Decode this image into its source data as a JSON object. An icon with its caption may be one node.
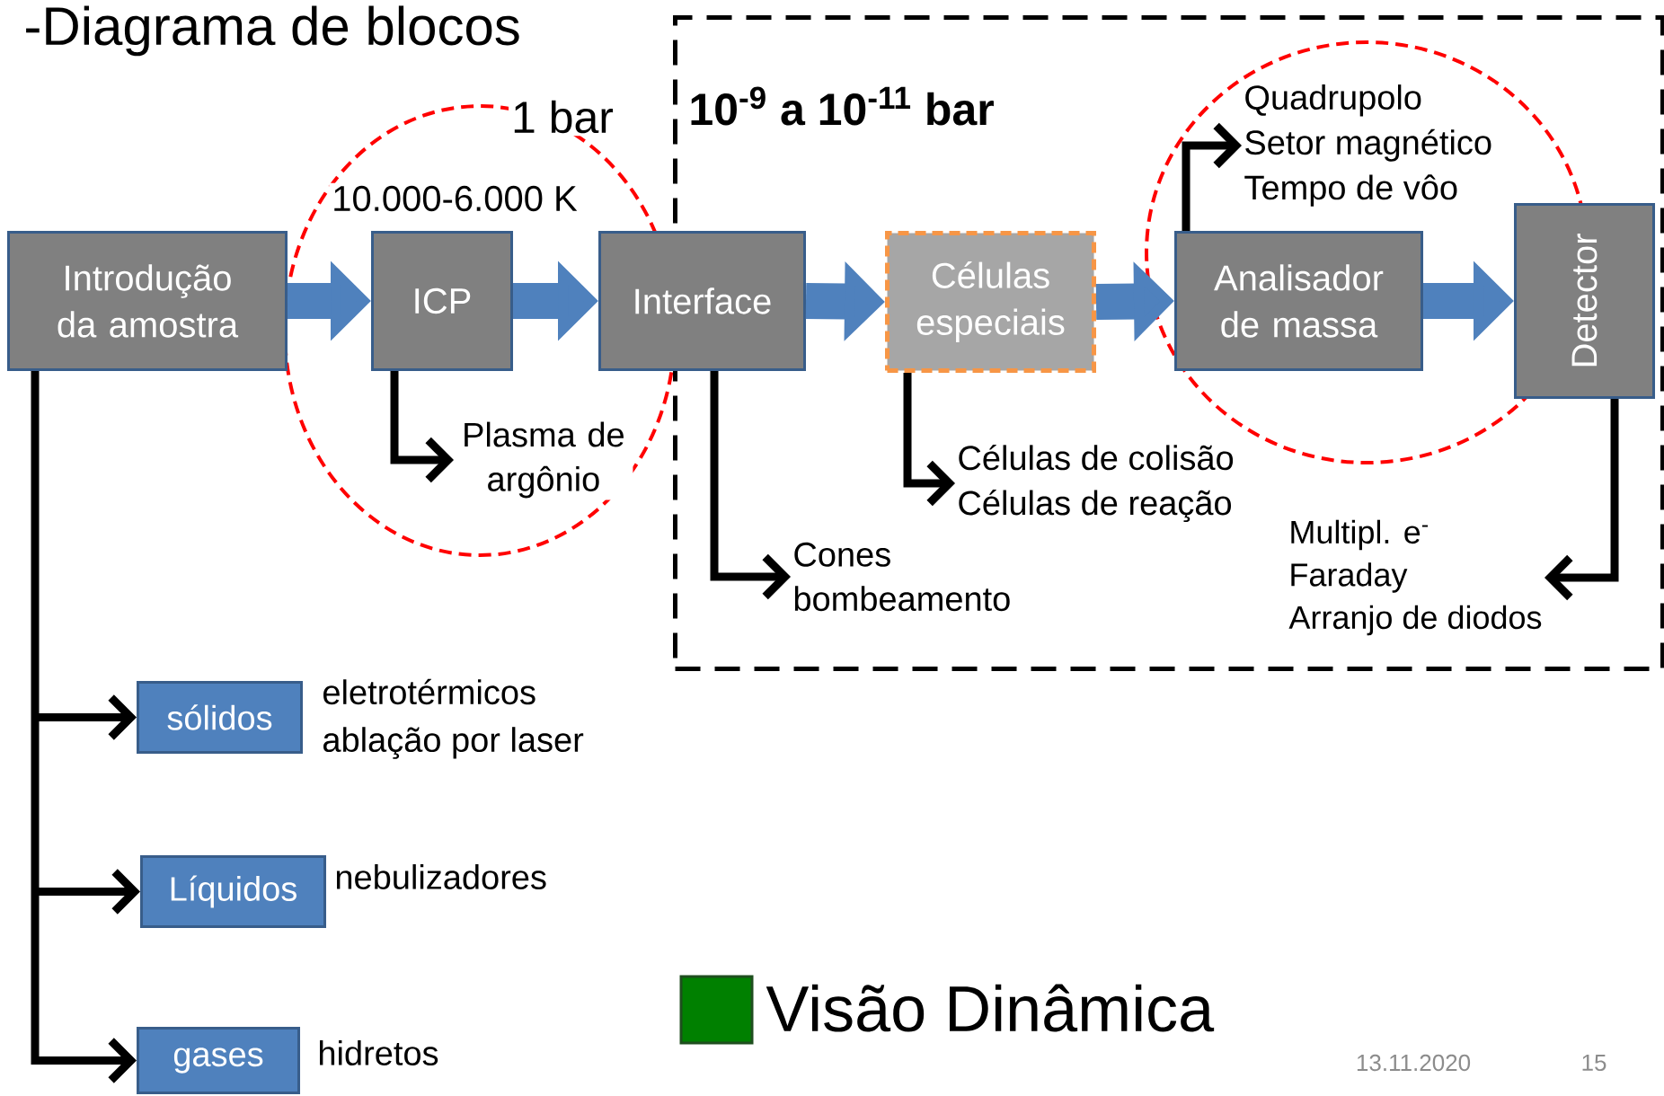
{
  "diagram": {
    "title": "-Diagrama de blocos",
    "nodes": [
      {
        "text": [
          "Introdução da amostra"
        ]
      },
      {
        "text": [
          "ICP"
        ]
      },
      {
        "text": [
          "Plasma de argônio"
        ]
      },
      {
        "text": [
          "10$^{-9}$ a 10$^{-11}$ bar"
        ]
      },
      {
        "text": [
          "Interface"
        ]
      },
      {
        "text": [
          "Cones bombeamento"
        ],
        "in": 3
      },
      {
        "text": [
          "Células especiais"
        ],
        "in": 3
      },
      {
        "text": [
          "Células de colisão",
          "Células de reação"
        ],
        "in": 3
      },
      {
        "text": [
          "Analisador de massa"
        ],
        "in": 3
      },
      {
        "text": [
          "Quadrupolo",
          "Setor magnético",
          "Tempo de vôo"
        ],
        "in": 3
      },
      {
        "text": [
          "Detector"
        ],
        "in": 3
      },
      {
        "text": [
          "Multipl. e$^{-}$",
          "Faraday",
          "Arranjo de diodos"
        ],
        "in": 3
      },
      {
        "text": [
          "sólidos"
        ],
        "beside": [
          "eletrotérmicos",
          "ablação por laser"
        ]
      },
      {
        "text": [
          "Líquidos"
        ],
        "beside": [
          "nebulizadores"
        ]
      },
      {
        "text": [
          "gases"
        ],
        "beside": [
          "hidretos"
        ]
      }
    ],
    "edges": [
      {
        "from": 0,
        "to": 1,
        "arrow": "to",
        "style": "thick",
        "color": "#4f81bd"
      },
      {
        "from": 1,
        "to": 4,
        "arrow": "to",
        "style": "thick",
        "color": "#4f81bd"
      },
      {
        "from": 4,
        "to": 6,
        "arrow": "to",
        "style": "thick",
        "color": "#4f81bd"
      },
      {
        "from": 6,
        "to": 8,
        "arrow": "to",
        "style": "thick",
        "color": "#4f81bd"
      },
      {
        "from": 8,
        "to": 10,
        "arrow": "to",
        "style": "thick",
        "color": "#4f81bd"
      },
      {
        "from": 1,
        "to": 2,
        "arrow": "to"
      },
      {
        "from": 4,
        "to": 5,
        "arrow": "to"
      },
      {
        "from": 6,
        "to": 7,
        "arrow": "to"
      },
      {
        "from": 8,
        "to": 9,
        "arrow": "to"
      },
      {
        "from": 10,
        "to": 11,
        "arrow": "to"
      },
      {
        "from": 0,
        "to": 12,
        "arrow": "to"
      },
      {
        "from": 0,
        "to": 13,
        "arrow": "to"
      },
      {
        "from": 0,
        "to": 14,
        "arrow": "to"
      }
    ],
    "labels": [
      "1 bar",
      "10.000-6.000 K",
      "13.11.2020",
      "15"
    ],
    "legend": [
      {
        "text": "Visão Dinâmica",
        "color": "#008000"
      }
    ]
  }
}
